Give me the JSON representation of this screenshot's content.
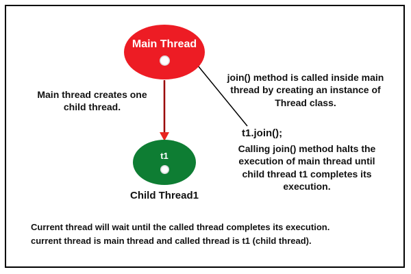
{
  "diagram": {
    "main_thread": {
      "label": "Main Thread",
      "fill": "#ed1c24"
    },
    "child_thread": {
      "label": "t1",
      "fill": "#0e7d33",
      "caption": "Child Thread1"
    },
    "arrow_color": "#990000",
    "arrowhead_color": "#e8251f",
    "connector_color": "#000000"
  },
  "notes": {
    "left_lines": [
      "Main thread creates one",
      "child thread."
    ],
    "right_lines": [
      "join() method is called inside main",
      "thread by creating an instance of",
      "Thread class."
    ],
    "code": "t1.join();",
    "join_lines": [
      "Calling join() method halts the",
      "execution of main thread until",
      "child thread t1 completes its",
      "execution."
    ],
    "bottom_lines": [
      "Current thread will wait until the called thread completes its execution.",
      "current thread is main thread and called thread is t1 (child thread)."
    ]
  }
}
